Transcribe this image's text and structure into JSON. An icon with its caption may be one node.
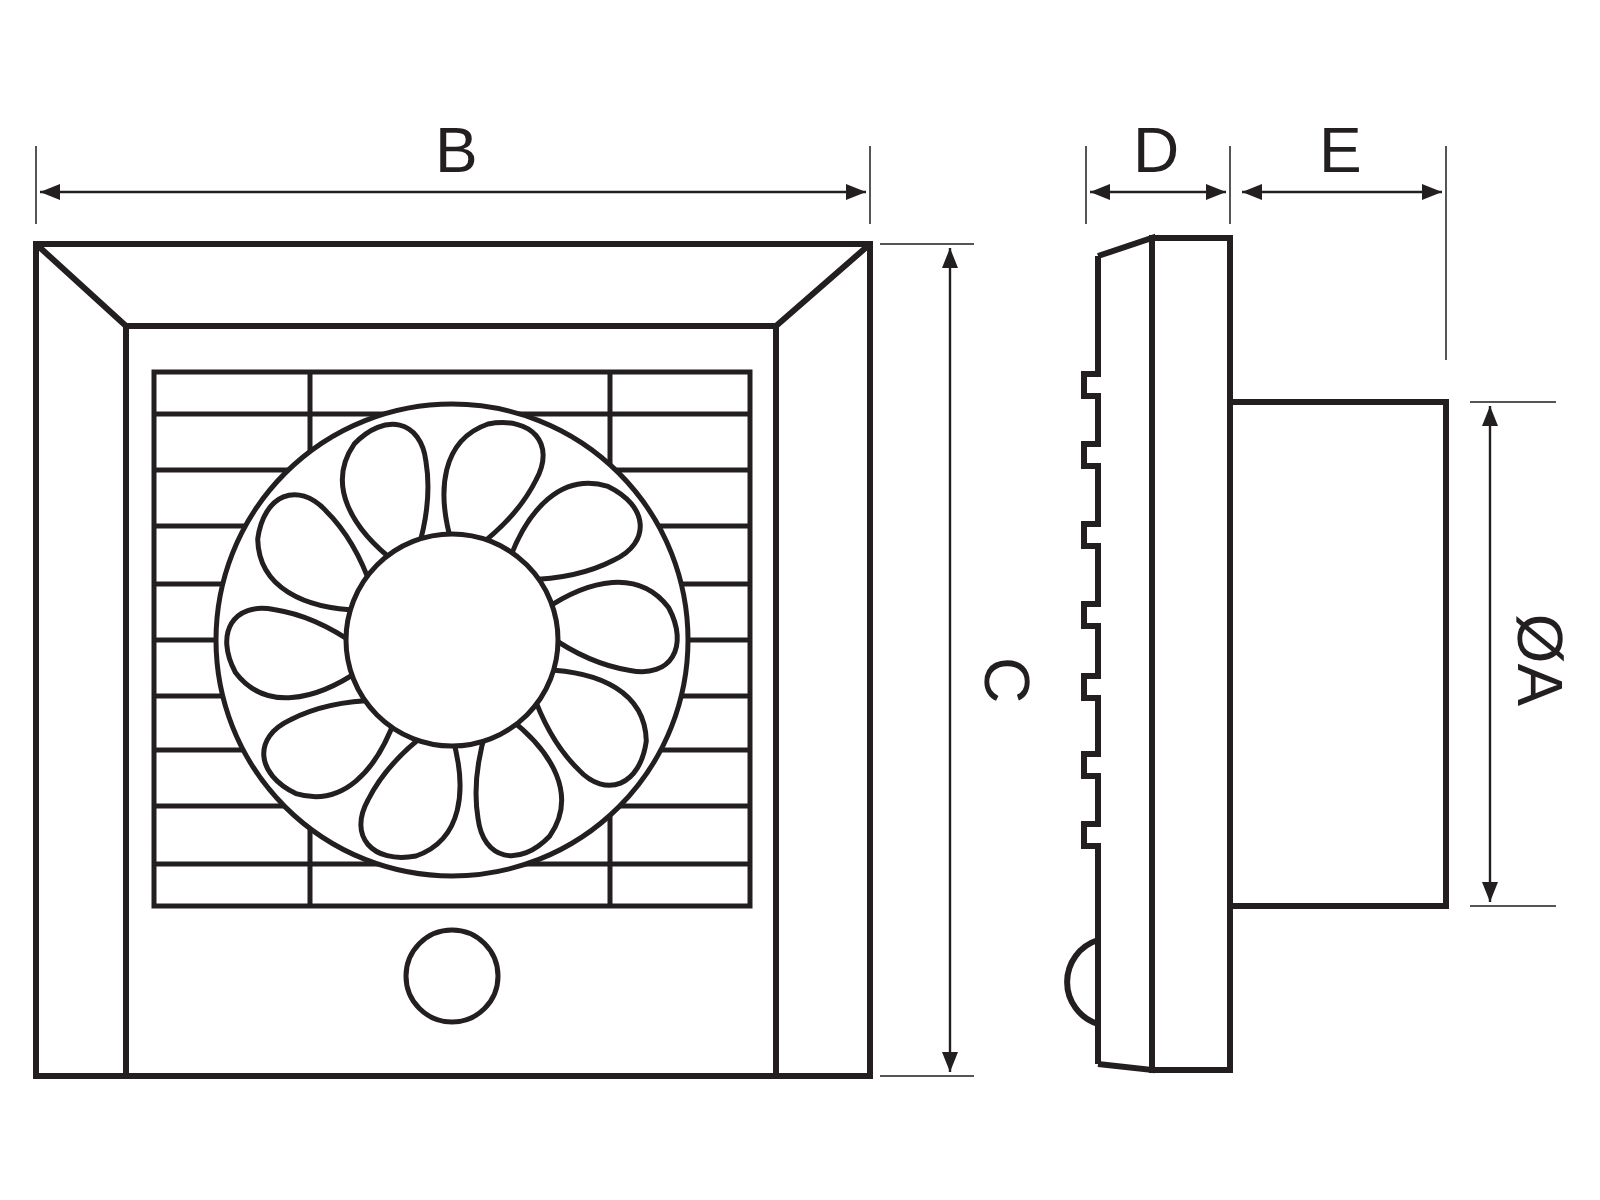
{
  "diagram": {
    "labels": [
      "B",
      "D",
      "E",
      "C",
      "ØA"
    ]
  }
}
